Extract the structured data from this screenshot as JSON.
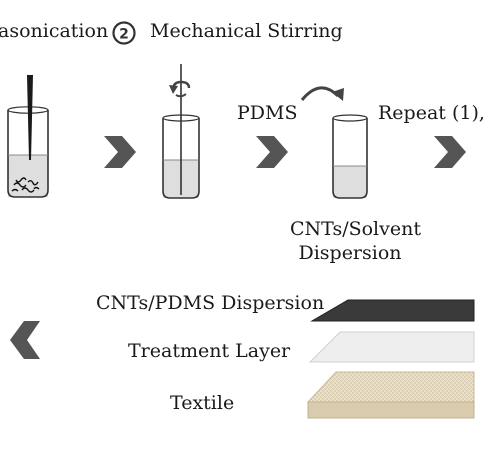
{
  "steps": {
    "step1": {
      "label": "asonication"
    },
    "step2": {
      "number": "2",
      "label": "Mechanical Stirring"
    }
  },
  "labels": {
    "pdms": "PDMS",
    "repeat": "Repeat (1),",
    "dispersion_line1": "CNTs/Solvent",
    "dispersion_line2": "Dispersion"
  },
  "layers": {
    "top": "CNTs/PDMS Dispersion",
    "middle": "Treatment Layer",
    "bottom": "Textile"
  },
  "colors": {
    "arrow": "#555555",
    "top_layer": "#3a3a3a",
    "middle_layer": "#eeeeee",
    "textile": "#e6dcc6",
    "liquid": "#dedede"
  }
}
